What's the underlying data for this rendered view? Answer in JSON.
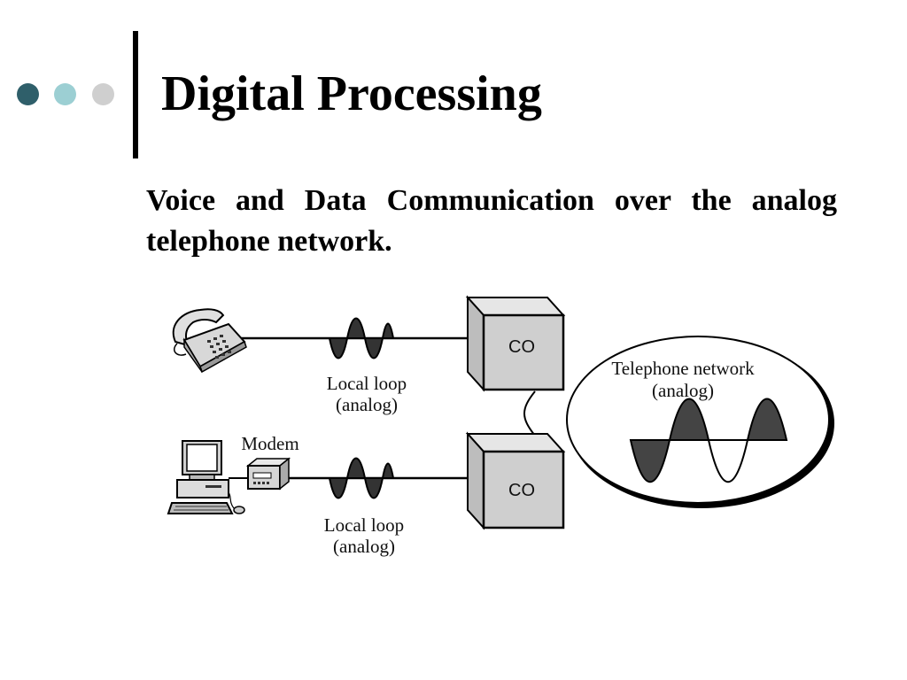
{
  "slide": {
    "title": "Digital Processing",
    "body": "Voice and Data Communication over the analog telephone network."
  },
  "decor": {
    "dot_colors": [
      "#2f5f6a",
      "#9ccfd3",
      "#cfcfcf"
    ]
  },
  "diagram": {
    "modem_label": "Modem",
    "co_top_label": "CO",
    "co_bottom_label": "CO",
    "network_label_line1": "Telephone network",
    "network_label_line2": "(analog)",
    "loop_top_line1": "Local loop",
    "loop_top_line2": "(analog)",
    "loop_bottom_line1": "Local loop",
    "loop_bottom_line2": "(analog)",
    "icons": [
      "telephone-icon",
      "computer-icon",
      "modem-icon"
    ]
  }
}
